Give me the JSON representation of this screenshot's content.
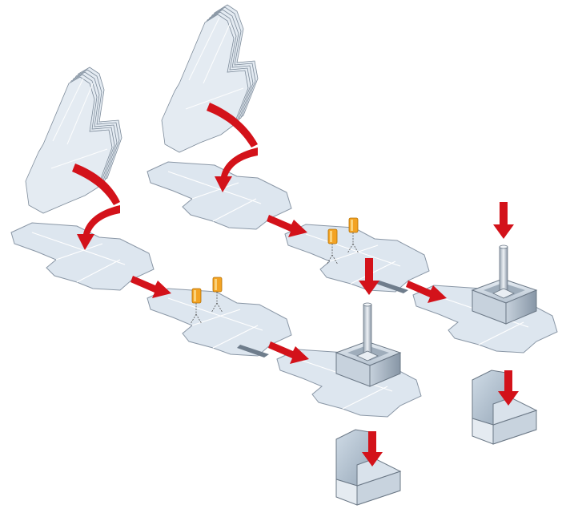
{
  "diagram": {
    "lanes": [
      {
        "id": "lane-front",
        "steps": [
          "blank-stack",
          "flat-blank",
          "glue-applicators",
          "press-station",
          "folded-tray"
        ]
      },
      {
        "id": "lane-back",
        "steps": [
          "blank-stack",
          "flat-blank",
          "glue-applicators",
          "press-station",
          "folded-tray"
        ]
      }
    ],
    "colors": {
      "arrow": "#d3121a",
      "board": "#dde6ef",
      "board_edge": "#8a97a6",
      "board_fold": "#ffffff",
      "glue": "#f3a323",
      "press": "#b9c5d1",
      "press_dark": "#7e8c9b"
    },
    "icons": [
      "red-arrow-icon",
      "glue-nozzle-icon",
      "press-ram-icon"
    ]
  }
}
